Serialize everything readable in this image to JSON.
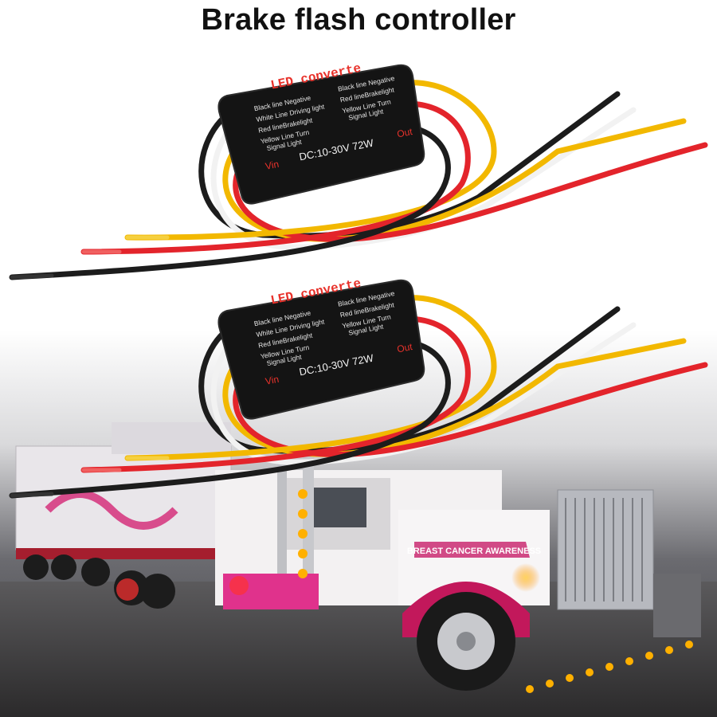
{
  "title": "Brake flash controller",
  "module": {
    "brand": "LED converte",
    "left_notes": [
      "Black line Negative",
      "White Line Driving light",
      "Red lineBrakelight",
      "Yellow Line Turn",
      "Signal Light"
    ],
    "right_notes": [
      "Black line Negative",
      "Red lineBrakelight",
      "Yellow Line Turn",
      "Signal Light"
    ],
    "spec": "DC:10-30V 72W",
    "vin": "Vin",
    "out": "Out"
  },
  "truck": {
    "side_sign": "BREAST CANCER AWARENESS"
  },
  "colors": {
    "wire_black": "#1c1c1c",
    "wire_white": "#f2f2f2",
    "wire_yellow": "#f2b800",
    "wire_red": "#e3242b",
    "module_body": "#141414",
    "label_red": "#e8322b"
  }
}
